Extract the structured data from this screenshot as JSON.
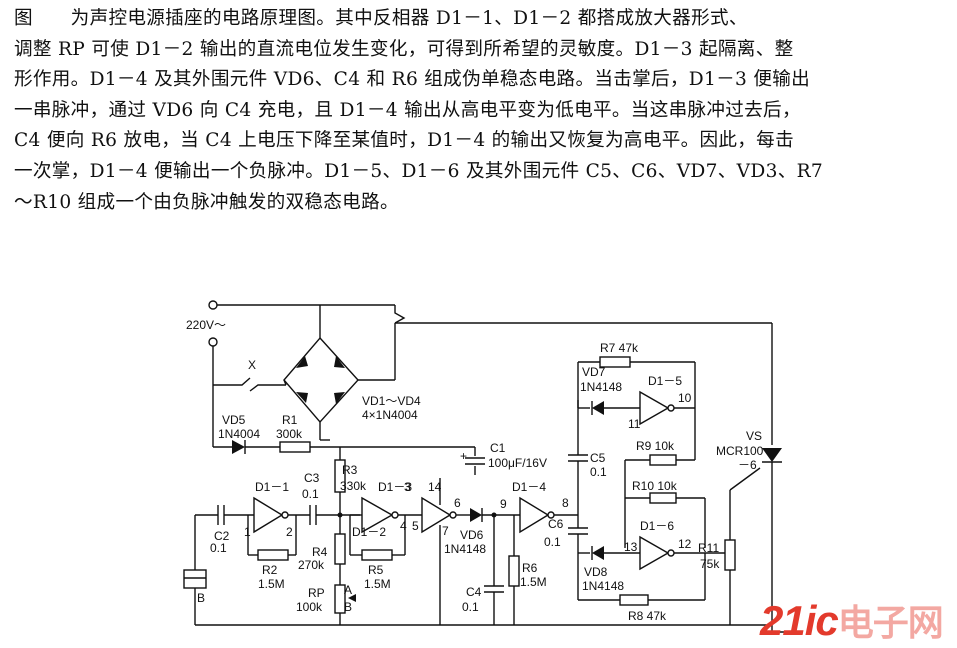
{
  "text": {
    "lines": [
      "图　　为声控电源插座的电路原理图。其中反相器 D1－1、D1－2 都搭成放大器形式、",
      "调整 RP 可使 D1－2 输出的直流电位发生变化，可得到所希望的灵敏度。D1－3 起隔离、整",
      "形作用。D1－4 及其外围元件 VD6、C4 和 R6 组成伪单稳态电路。当击掌后，D1－3 便输出",
      "一串脉冲，通过 VD6 向 C4 充电，且 D1－4 输出从高电平变为低电平。当这串脉冲过去后，",
      "C4 便向 R6 放电，当 C4 上电压下降至某值时，D1－4 的输出又恢复为高电平。因此，每击",
      "一次掌，D1－4 便输出一个负脉冲。D1－5、D1－6 及其外围元件 C5、C6、VD7、VD3、R7",
      "～R10 组成一个由负脉冲触发的双稳态电路。"
    ]
  },
  "circuit": {
    "mains": "220V～",
    "x": "X",
    "bridge_name": "VD1～VD4",
    "bridge_part": "4×1N4004",
    "vd5_name": "VD5",
    "vd5_part": "1N4004",
    "r1_name": "R1",
    "r1_val": "300k",
    "c1_name": "C1",
    "c1_val": "100μF/16V",
    "c2_name": "C2",
    "c2_val": "0.1",
    "r2_name": "R2",
    "r2_val": "1.5M",
    "c3_name": "C3",
    "c3_val": "0.1",
    "r3_name": "R3",
    "r3_val": "330k",
    "r4_name": "R4",
    "r4_val": "270k",
    "rp_name": "RP",
    "rp_val": "100k",
    "a_label": "A",
    "b_label": "B",
    "b_label2": "B",
    "r5_name": "R5",
    "r5_val": "1.5M",
    "d1_1": "D1－1",
    "d1_2": "D1－2",
    "d1_3": "D1－3",
    "d1_4": "D1－4",
    "d1_5": "D1－5",
    "d1_6": "D1－6",
    "pin1": "1",
    "pin2": "2",
    "pin3": "3",
    "pin4": "4",
    "pin5": "5",
    "pin6": "6",
    "pin7": "7",
    "pin8": "8",
    "pin9": "9",
    "pin10": "10",
    "pin11": "11",
    "pin12": "12",
    "pin13": "13",
    "pin14": "14",
    "vd6_name": "VD6",
    "vd6_part": "1N4148",
    "c4_name": "C4",
    "c4_val": "0.1",
    "r6_name": "R6",
    "r6_val": "1.5M",
    "c5_name": "C5",
    "c5_val": "0.1",
    "c6_name": "C6",
    "c6_val": "0.1",
    "r7_label": "R7  47k",
    "vd7_name": "VD7",
    "vd7_part": "1N4148",
    "r9_label": "R9  10k",
    "r10_label": "R10  10k",
    "vd8_name": "VD8",
    "vd8_part": "1N4148",
    "r8_label": "R8  47k",
    "r11_name": "R11",
    "r11_val": "75k",
    "vs_name": "VS",
    "vs_part1": "MCR100",
    "vs_part2": "－6"
  },
  "watermark": {
    "part1": "21ic",
    "part2": "电子网"
  }
}
